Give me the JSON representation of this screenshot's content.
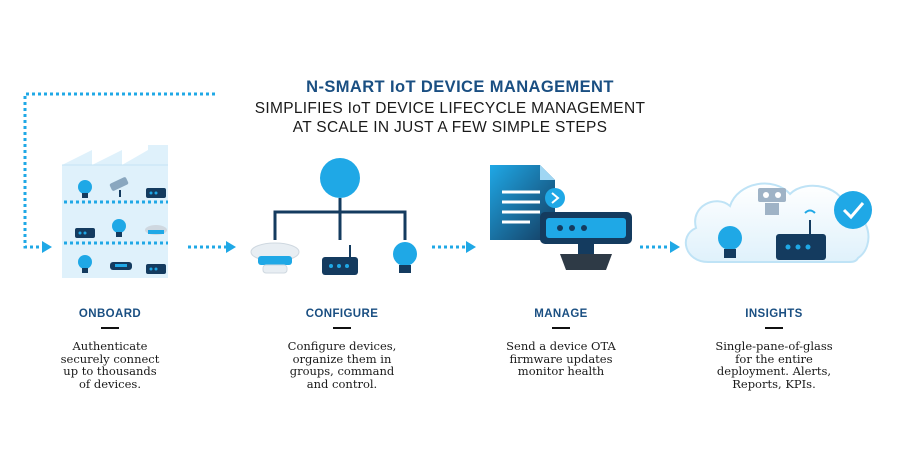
{
  "header": {
    "title": "N-SMART IoT DEVICE MANAGEMENT",
    "subtitle_line1": "SIMPLIFIES IoT DEVICE LIFECYCLE MANAGEMENT",
    "subtitle_line2": "AT SCALE IN JUST A FEW SIMPLE STEPS"
  },
  "steps": [
    {
      "title": "ONBOARD",
      "desc": [
        "Authenticate",
        "securely connect",
        "up to thousands",
        "of devices."
      ]
    },
    {
      "title": "CONFIGURE",
      "desc": [
        "Configure devices,",
        "organize them in",
        "groups, command",
        "and control."
      ]
    },
    {
      "title": "MANAGE",
      "desc": [
        "Send a device OTA",
        "firmware updates",
        "monitor health"
      ]
    },
    {
      "title": "INSIGHTS",
      "desc": [
        "Single-pane-of-glass",
        "for the entire",
        "deployment. Alerts,",
        "Reports, KPIs."
      ]
    }
  ],
  "colors": {
    "brand_blue": "#1a4f82",
    "accent_cyan": "#1fa8e6",
    "navy": "#143b5f",
    "light_blue": "#dff1fb"
  },
  "icons": [
    "factory-icon",
    "hub-node-icon",
    "smoke-detector-icon",
    "router-icon",
    "lightbulb-icon",
    "document-icon",
    "server-terminal-icon",
    "cloud-icon",
    "checkmark-icon",
    "robot-icon"
  ]
}
